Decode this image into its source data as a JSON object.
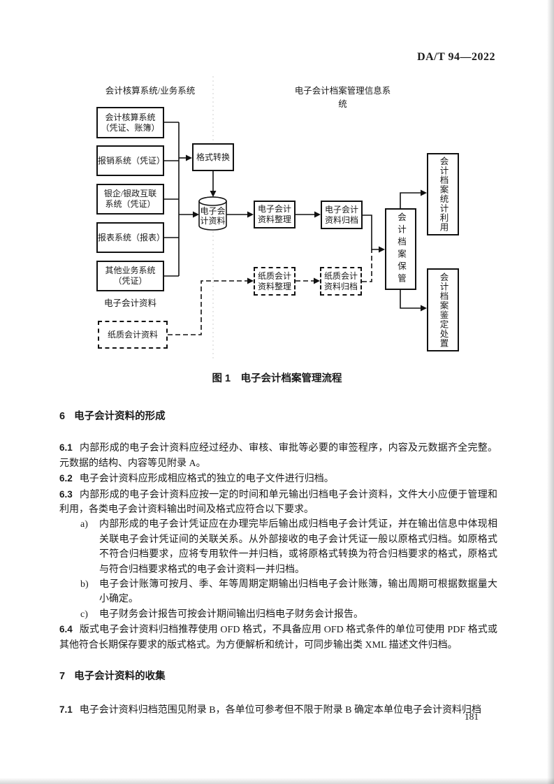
{
  "page": {
    "standard_code": "DA/T 94—2022",
    "page_number": "181"
  },
  "figure": {
    "caption": "图 1　电子会计档案管理流程",
    "left_system_header": "会计核算系统/业务系统",
    "right_system_header": "电子会计档案管理信息系统",
    "source_boxes": [
      {
        "label": "会计核算系统\n（凭证、账簿）"
      },
      {
        "label": "报销系统（凭证）"
      },
      {
        "label": "银企/银政互联\n系统（凭证）"
      },
      {
        "label": "报表系统（报表）"
      },
      {
        "label": "其他业务系统\n（凭证）"
      }
    ],
    "electronic_label": "电子会计资料",
    "paper_source": "纸质会计资料",
    "format_conversion": "格式转换",
    "edata_store": "电子会\n计资料",
    "edata_organize": "电子会计\n资料整理",
    "edata_archive": "电子会计\n资料归档",
    "paper_organize": "纸质会计\n资料整理",
    "paper_archive": "纸质会计\n资料归档",
    "archive_keeping": "会计档案保管",
    "archive_statistics": "会计档案统计利用",
    "archive_appraisal": "会计档案鉴定处置"
  },
  "sections": {
    "s6": {
      "number": "6",
      "title": "电子会计资料的形成",
      "c1_num": "6.1",
      "c1_text": "内部形成的电子会计资料应经过经办、审核、审批等必要的审签程序，内容及元数据齐全完整。元数据的结构、内容等见附录 A。",
      "c2_num": "6.2",
      "c2_text": "电子会计资料应形成相应格式的独立的电子文件进行归档。",
      "c3_num": "6.3",
      "c3_text": "内部形成的电子会计资料应按一定的时间和单元输出归档电子会计资料，文件大小应便于管理和利用，各类电子会计资料输出时间及格式应符合以下要求。",
      "item_a_marker": "a)",
      "item_a": "内部形成的电子会计凭证应在办理完毕后输出成归档电子会计凭证，并在输出信息中体现相关联电子会计凭证间的关联关系。从外部接收的电子会计凭证一般以原格式归档。如原格式不符合归档要求，应将专用软件一并归档，或将原格式转换为符合归档要求的格式，原格式与符合归档要求格式的电子会计资料一并归档。",
      "item_b_marker": "b)",
      "item_b": "电子会计账簿可按月、季、年等周期定期输出归档电子会计账簿，输出周期可根据数据量大小确定。",
      "item_c_marker": "c)",
      "item_c": "电子财务会计报告可按会计期间输出归档电子财务会计报告。",
      "c4_num": "6.4",
      "c4_text": "版式电子会计资料归档推荐使用 OFD 格式，不具备应用 OFD 格式条件的单位可使用 PDF 格式或其他符合长期保存要求的版式格式。为方便解析和统计，可同步输出类 XML 描述文件归档。"
    },
    "s7": {
      "number": "7",
      "title": "电子会计资料的收集",
      "c1_num": "7.1",
      "c1_text": "电子会计资料归档范围见附录 B，各单位可参考但不限于附录 B 确定本单位电子会计资料归档"
    }
  }
}
